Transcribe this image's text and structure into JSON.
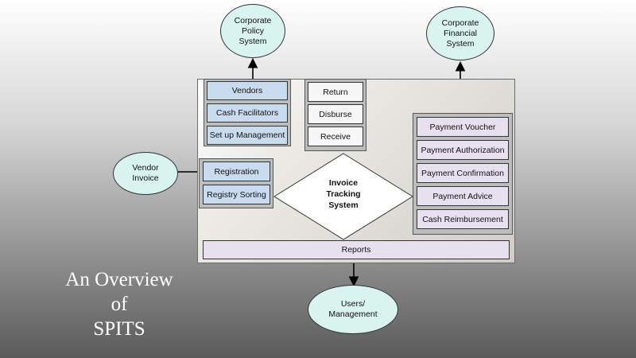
{
  "nodes": {
    "corporate_policy": "Corporate\nPolicy\nSystem",
    "corporate_financial": "Corporate\nFinancial\nSystem",
    "vendor_invoice": "Vendor\nInvoice",
    "users_management": "Users/\nManagement"
  },
  "left_top_group": [
    "Vendors",
    "Cash Facilitators",
    "Set up Management"
  ],
  "middle_group": [
    "Return",
    "Disburse",
    "Receive"
  ],
  "left_mid_group": [
    "Registration",
    "Registry Sorting"
  ],
  "right_group": [
    "Payment Voucher",
    "Payment Authorization",
    "Payment Confirmation",
    "Payment Advice",
    "Cash Reimbursement"
  ],
  "center": {
    "line1": "Invoice",
    "line2": "Tracking",
    "line3": "System"
  },
  "reports": "Reports",
  "caption": {
    "line1": "An Overview",
    "line2": "of",
    "line3": "SPITS"
  }
}
